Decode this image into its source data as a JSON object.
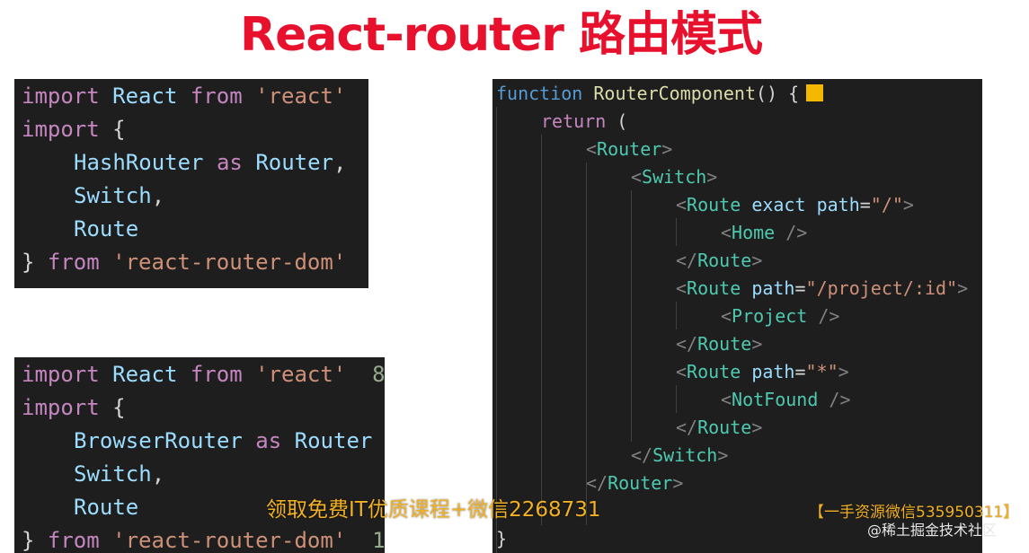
{
  "slide": {
    "title": "React-router 路由模式"
  },
  "hash_code": {
    "l1": {
      "k1": "import",
      "v1": "React",
      "k2": "from",
      "s": "'react'"
    },
    "l2": {
      "k": "import",
      "p": "{"
    },
    "l3": {
      "v1": "HashRouter",
      "k": "as",
      "v2": "Router",
      "p": ","
    },
    "l4": {
      "v": "Switch",
      "p": ","
    },
    "l5": {
      "v": "Route"
    },
    "l6": {
      "p": "}",
      "k": "from",
      "s": "'react-router-dom'"
    }
  },
  "browser_code": {
    "l1": {
      "k1": "import",
      "v1": "React",
      "k2": "from",
      "s": "'react'",
      "trail": "8"
    },
    "l2": {
      "k": "import",
      "p": "{"
    },
    "l3": {
      "v1": "BrowserRouter",
      "k": "as",
      "v2": "Router"
    },
    "l4": {
      "v": "Switch",
      "p": ","
    },
    "l5": {
      "v": "Route"
    },
    "l6": {
      "p": "}",
      "k": "from",
      "s": "'react-router-dom'",
      "trail": "1"
    }
  },
  "component_code": {
    "l1": {
      "k": "function",
      "fn": "RouterComponent",
      "p": "() {"
    },
    "l2": {
      "k": "return",
      "p": "("
    },
    "l3": {
      "open": "<",
      "tag": "Router",
      "close": ">"
    },
    "l4": {
      "open": "<",
      "tag": "Switch",
      "close": ">"
    },
    "l5": {
      "open": "<",
      "tag": "Route",
      "a1": "exact",
      "a2": "path",
      "eq": "=",
      "s": "\"/\"",
      "close": ">"
    },
    "l6": {
      "open": "<",
      "tag": "Home",
      "close": " />"
    },
    "l7": {
      "open": "</",
      "tag": "Route",
      "close": ">"
    },
    "l8": {
      "open": "<",
      "tag": "Route",
      "a": "path",
      "eq": "=",
      "s": "\"/project/:id\"",
      "close": ">"
    },
    "l9": {
      "open": "<",
      "tag": "Project",
      "close": " />"
    },
    "l10": {
      "open": "</",
      "tag": "Route",
      "close": ">"
    },
    "l11": {
      "open": "<",
      "tag": "Route",
      "a": "path",
      "eq": "=",
      "s": "\"*\"",
      "close": ">"
    },
    "l12": {
      "open": "<",
      "tag": "NotFound",
      "close": " />"
    },
    "l13": {
      "open": "</",
      "tag": "Route",
      "close": ">"
    },
    "l14": {
      "open": "</",
      "tag": "Switch",
      "close": ">"
    },
    "l15": {
      "open": "</",
      "tag": "Router",
      "close": ">"
    },
    "l16": {
      "p": "}"
    }
  },
  "overlay": {
    "promo": "领取免费IT优质课程+微信2268731",
    "watermark_open": "【",
    "watermark_text": "一手资源微信535950311",
    "watermark_close": "】",
    "site": "@稀土掘金技术社区"
  }
}
